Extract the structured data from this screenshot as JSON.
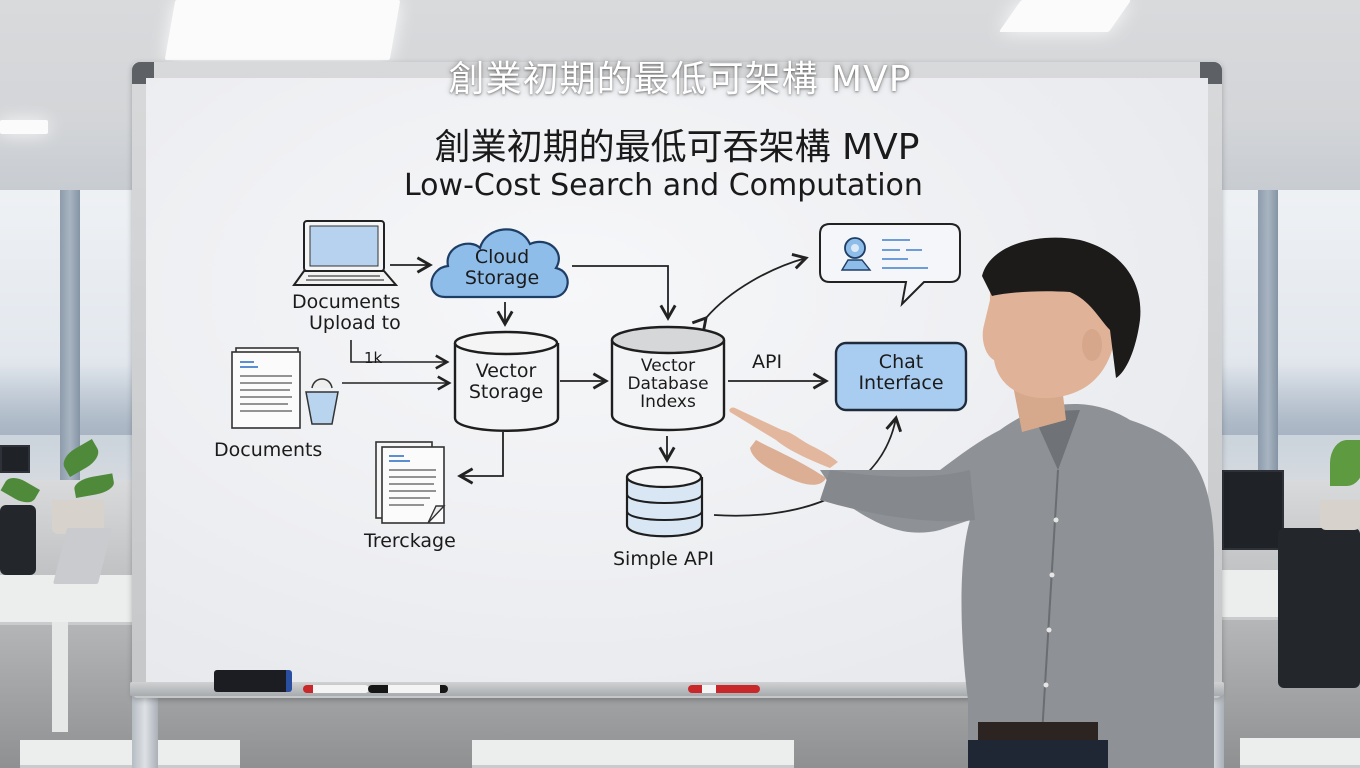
{
  "scene": {
    "description": "Presenter pointing at a whiteboard architecture diagram in an office",
    "colors": {
      "whiteboard": "#eff0f3",
      "ink": "#1b1b1b",
      "accent_blue": "#8fbde8",
      "shirt_gray": "#8c8f93",
      "hair": "#1d1b1a"
    }
  },
  "overlay": {
    "title": "創業初期的最低可架構 MVP"
  },
  "whiteboard": {
    "title": "創業初期的最低可吞架構 MVP",
    "subtitle": "Low-Cost Search and Computation",
    "nodes": {
      "laptop": {
        "icon": "laptop-icon"
      },
      "cloud_storage": {
        "line1": "Cloud",
        "line2": "Storage",
        "icon": "cloud-icon"
      },
      "documents_upload": {
        "line1": "Documents",
        "line2": "Upload to"
      },
      "upload_scribble": "1k",
      "documents": {
        "label": "Documents",
        "icon": "document-icon"
      },
      "trash": {
        "icon": "trash-bin-icon"
      },
      "vector_storage": {
        "line1": "Vector",
        "line2": "Storage",
        "icon": "cylinder-icon"
      },
      "vector_db": {
        "line1": "Vector",
        "line2": "Database",
        "line3": "Indexs",
        "icon": "cylinder-icon"
      },
      "api_label": "API",
      "chat_bubble": {
        "icon": "chat-bubble-webcam-icon"
      },
      "chat_interface": {
        "line1": "Chat",
        "line2": "Interface"
      },
      "trerckage": {
        "label": "Trerckage",
        "icon": "stacked-documents-icon"
      },
      "simple_api": {
        "label": "Simple API",
        "icon": "database-stack-icon"
      }
    }
  }
}
